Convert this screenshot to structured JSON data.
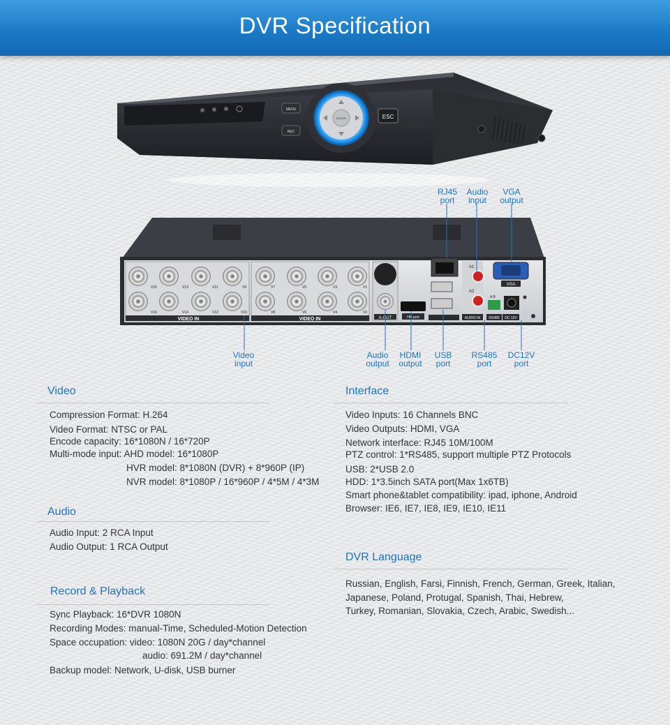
{
  "banner": {
    "title": "DVR Specification"
  },
  "product": {
    "front_buttons": {
      "menu": "MENU",
      "rec": "REC",
      "enter": "ENTER",
      "esc": "ESC"
    },
    "rear_labels": {
      "video_in": "VIDEO IN",
      "bnc_left_top": [
        "V15",
        "V13",
        "V11",
        "V9"
      ],
      "bnc_left_bottom": [
        "V16",
        "V14",
        "V12",
        "V10"
      ],
      "bnc_right_top": [
        "V7",
        "V5",
        "V3",
        "V1"
      ],
      "bnc_right_bottom": [
        "V8",
        "V6",
        "V4",
        "V2"
      ],
      "a_out": "A-OUT",
      "hd_port": "HD-port",
      "audio_in": "AUDIO IN",
      "vga": "VGA",
      "rs485": "RS485",
      "dc12v": "DC 12V",
      "a1": "A1",
      "a2": "A2",
      "ab": "A  B"
    }
  },
  "callouts": {
    "rj45": [
      "RJ45",
      "port"
    ],
    "audio_input": [
      "Audio",
      "input"
    ],
    "vga_output": [
      "VGA",
      "output"
    ],
    "video_input": [
      "Video",
      "input"
    ],
    "audio_output": [
      "Audio",
      "output"
    ],
    "hdmi_output": [
      "HDMI",
      "output"
    ],
    "usb_port": [
      "USB",
      "port"
    ],
    "rs485_port": [
      "RS485",
      "port"
    ],
    "dc12v_port": [
      "DC12V",
      "port"
    ]
  },
  "sections": {
    "video": {
      "title": "Video",
      "lines": [
        "Compression Format: H.264",
        "Video Format: NTSC or PAL",
        "Encode capacity: 16*1080N / 16*720P",
        "Multi-mode input: AHD model: 16*1080P",
        "HVR model:  8*1080N (DVR) + 8*960P (IP)",
        "NVR model:  8*1080P / 16*960P / 4*5M / 4*3M"
      ]
    },
    "audio": {
      "title": "Audio",
      "lines": [
        "Audio Input: 2 RCA Input",
        "Audio Output: 1 RCA Output"
      ]
    },
    "record": {
      "title": "Record & Playback",
      "lines": [
        "Sync Playback: 16*DVR 1080N",
        "Recording Modes: manual-Time, Scheduled-Motion Detection",
        "Space occupation: video: 1080N 20G / day*channel",
        "audio: 691.2M / day*channel",
        "Backup model: Network, U-disk, USB burner"
      ]
    },
    "interface": {
      "title": "Interface",
      "lines": [
        "Video Inputs: 16 Channels BNC",
        "Video Outputs: HDMI, VGA",
        "Network interface: RJ45 10M/100M",
        "PTZ control: 1*RS485, support multiple PTZ Protocols",
        "USB: 2*USB 2.0",
        "HDD: 1*3.5inch SATA port(Max 1x6TB)",
        "Smart phone&tablet compatibility: ipad, iphone, Android",
        "Browser: IE6, IE7, IE8, IE9, IE10, IE11"
      ]
    },
    "language": {
      "title": "DVR Language",
      "lines": [
        "Russian, English, Farsi, Finnish, French, German, Greek, Italian,",
        "Japanese, Poland, Protugal, Spanish, Thai, Hebrew,",
        "Turkey, Romanian, Slovakia, Czech, Arabic, Swedish..."
      ]
    }
  },
  "colors": {
    "banner": "#1a78c4",
    "accent": "#1f73bf",
    "text": "#333333"
  }
}
